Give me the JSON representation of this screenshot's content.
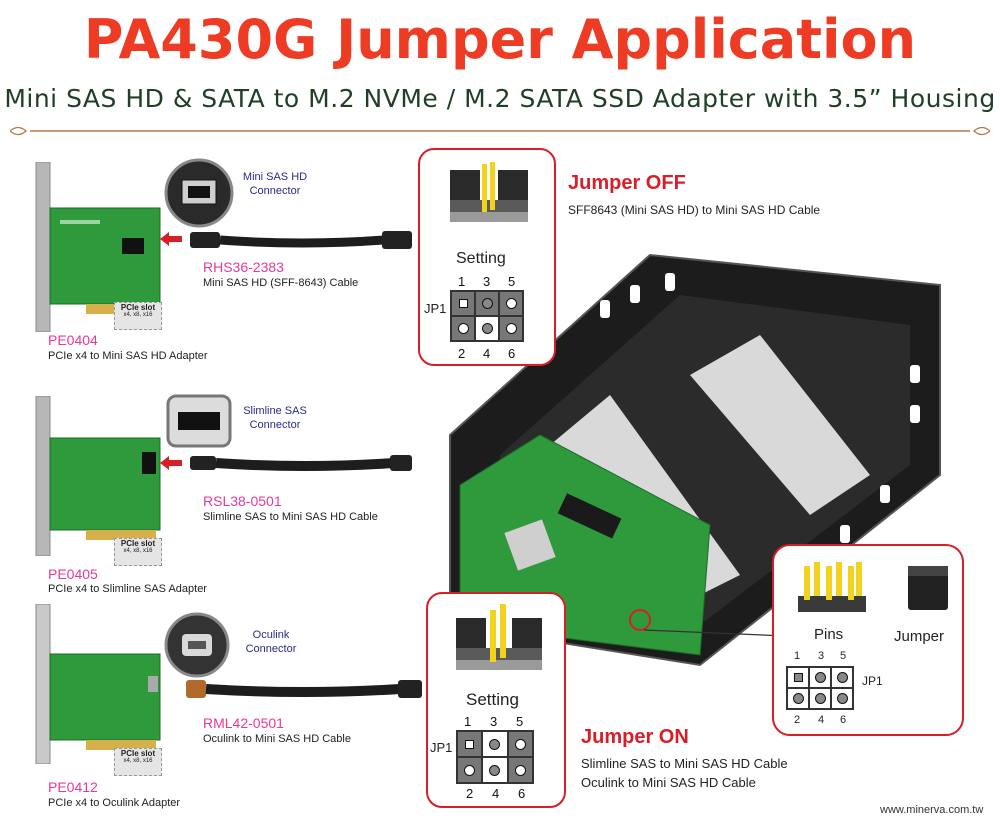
{
  "title": "PA430G Jumper Application",
  "subtitle": "Mini SAS HD & SATA to M.2 NVMe / M.2 SATA SSD Adapter with 3.5” Housing",
  "colors": {
    "title": "#ee3b24",
    "subtitle": "#1f3f26",
    "accent_box": "#d81e28",
    "product_code": "#e6399b",
    "pcb": "#2f9a3c"
  },
  "cards": [
    {
      "name": "PE0404",
      "desc": "PCIe x4 to Mini SAS HD Adapter",
      "cable_code": "RHS36-2383",
      "cable_desc": "Mini SAS HD (SFF-8643) Cable",
      "connector_line1": "Mini SAS HD",
      "connector_line2": "Connector",
      "slot_label": "PCIe slot",
      "slot_sub": "x4, x8, x16"
    },
    {
      "name": "PE0405",
      "desc": "PCIe x4 to Slimline SAS Adapter",
      "cable_code": "RSL38-0501",
      "cable_desc": "Slimline SAS to Mini SAS HD Cable",
      "connector_line1": "Slimline SAS",
      "connector_line2": "Connector",
      "slot_label": "PCIe slot",
      "slot_sub": "x4, x8, x16"
    },
    {
      "name": "PE0412",
      "desc": "PCIe x4 to Oculink Adapter",
      "cable_code": "RML42-0501",
      "cable_desc": "Oculink to Mini SAS HD Cable",
      "connector_line1": "Oculink",
      "connector_line2": "Connector",
      "slot_label": "PCIe slot",
      "slot_sub": "x4, x8, x16"
    }
  ],
  "jumper_off": {
    "heading": "Jumper OFF",
    "desc": "SFF8643 (Mini SAS HD) to Mini SAS HD Cable",
    "setting_label": "Setting",
    "jp_label": "JP1",
    "top_pins": [
      "1",
      "3",
      "5"
    ],
    "bottom_pins": [
      "2",
      "4",
      "6"
    ]
  },
  "jumper_on": {
    "heading": "Jumper ON",
    "desc_line1": "Slimline SAS to Mini SAS HD Cable",
    "desc_line2": "Oculink to Mini SAS HD Cable",
    "setting_label": "Setting",
    "jp_label": "JP1",
    "top_pins": [
      "1",
      "3",
      "5"
    ],
    "bottom_pins": [
      "2",
      "4",
      "6"
    ]
  },
  "legend": {
    "pins_label": "Pins",
    "jumper_label": "Jumper",
    "jp_label": "JP1",
    "top_pins": [
      "1",
      "3",
      "5"
    ],
    "bottom_pins": [
      "2",
      "4",
      "6"
    ]
  },
  "url": "www.minerva.com.tw"
}
